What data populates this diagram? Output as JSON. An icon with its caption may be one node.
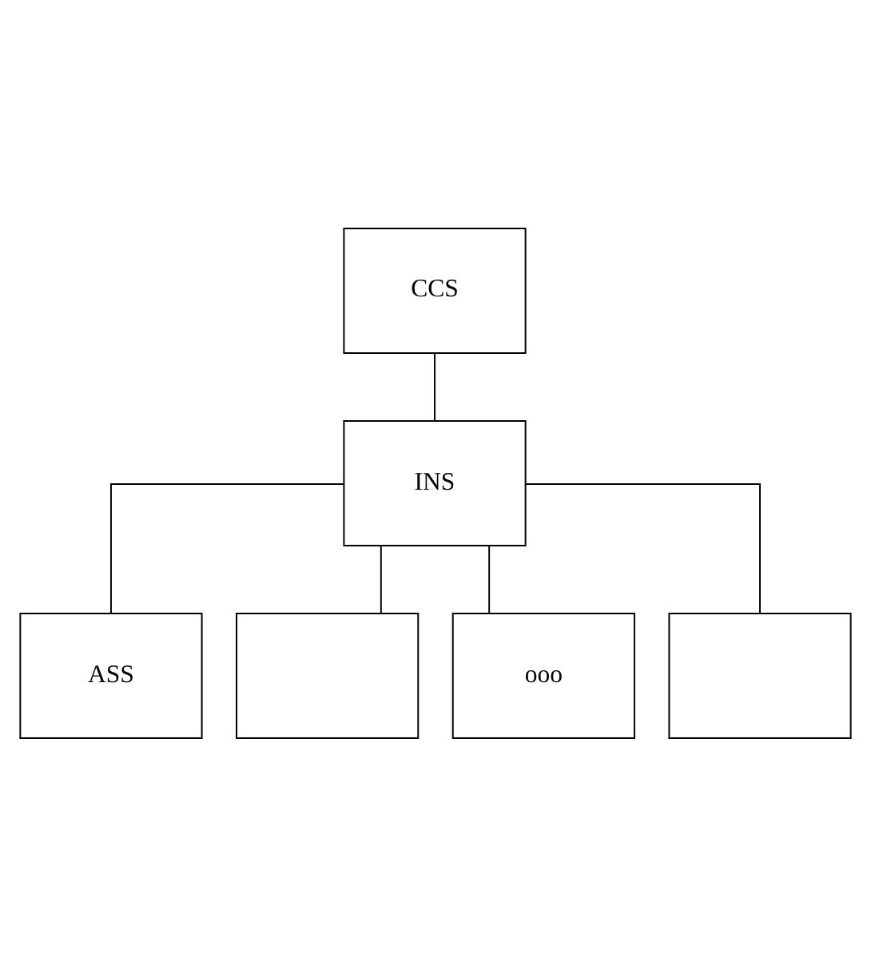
{
  "diagram": {
    "nodes": [
      {
        "text": [
          "CCS"
        ]
      },
      {
        "text": [
          "INS"
        ]
      },
      {
        "text": [
          "ASS"
        ]
      },
      {
        "text": [],
        "shape": "box"
      },
      {
        "text": [
          "ooo"
        ]
      },
      {
        "text": [],
        "shape": "box"
      }
    ],
    "edges": [
      {
        "from": 0,
        "to": 1,
        "arrow": "none"
      },
      {
        "from": 1,
        "to": 2,
        "arrow": "none"
      },
      {
        "from": 1,
        "to": 3,
        "arrow": "none"
      },
      {
        "from": 1,
        "to": 4,
        "arrow": "none"
      },
      {
        "from": 1,
        "to": 5,
        "arrow": "none"
      }
    ]
  }
}
